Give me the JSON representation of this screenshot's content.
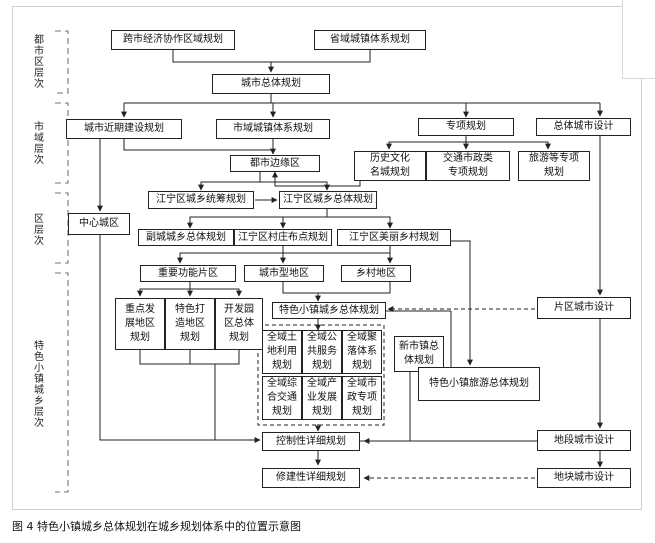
{
  "tiers": [
    "都市区层次",
    "市域层次",
    "区层次",
    "特色小镇城乡层次"
  ],
  "boxes": {
    "cross_city": "跨市经济协作区域规划",
    "provincial": "省域城镇体系规划",
    "master": "城市总体规划",
    "near_term": "城市近期建设规划",
    "city_system": "市域城镇体系规划",
    "special": "专项规划",
    "overall_design": "总体城市设计",
    "edge_zone": "都市边缘区",
    "heritage": "历史文化\n名城规划",
    "transport": "交通市政类\n专项规划",
    "tourism_special": "旅游等专项\n规划",
    "coordination": "江宁区城乡统筹规划",
    "district_master": "江宁区城乡总体规划",
    "central_district": "中心城区",
    "sub_city": "副城城乡总体规划",
    "village_layout": "江宁区村庄布点规划",
    "beautiful_village": "江宁区美丽乡村规划",
    "function_zone": "重要功能片区",
    "urban_area": "城市型地区",
    "rural_area": "乡村地区",
    "key_dev": "重点发\n展地区\n规划",
    "feature_zone": "特色打\n造地区\n规划",
    "park_master": "开发园\n区总体\n规划",
    "town_master": "特色小镇城乡总体规划",
    "area_design": "片区城市设计",
    "land_use": "全域土\n地利用\n规划",
    "public_service": "全域公\n共服务\n规划",
    "settlement": "全域聚\n落体系\n规划",
    "new_town": "新市镇总\n体规划",
    "integrated_traffic": "全域综\n合交通\n规划",
    "industry": "全域产\n业发展\n规划",
    "utilities": "全域市\n政专项\n规划",
    "tourism_master": "特色小镇旅游总体规划",
    "regulatory": "控制性详细规划",
    "block_design": "地段城市设计",
    "constructive": "修建性详细规划",
    "plot_design": "地块城市设计"
  },
  "caption": "图 4  特色小镇城乡总体规划在城乡规划体系中的位置示意图"
}
